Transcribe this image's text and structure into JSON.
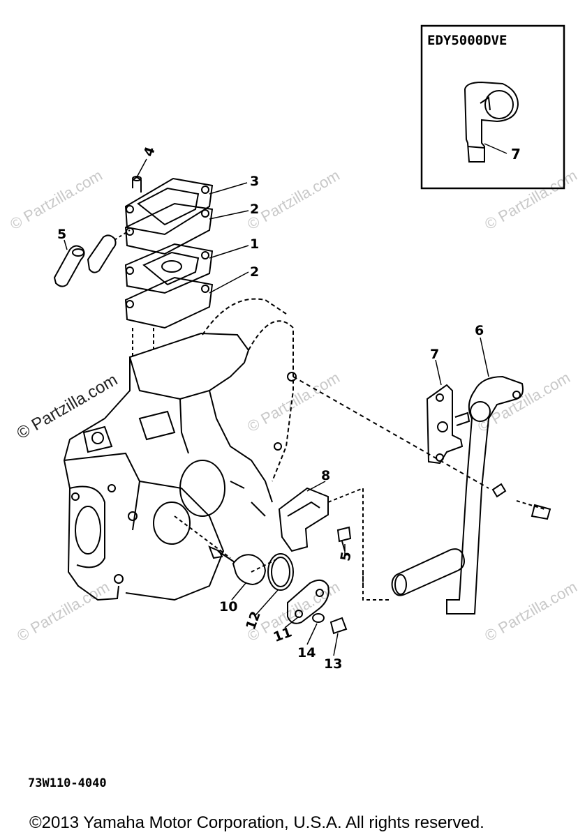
{
  "inset": {
    "model": "EDY5000DVE",
    "part_number": "7"
  },
  "callouts": {
    "c1": "1",
    "c2a": "2",
    "c2b": "2",
    "c3": "3",
    "c4": "4",
    "c5a": "5",
    "c5b": "5",
    "c6": "6",
    "c7": "7",
    "c8": "8",
    "c10": "10",
    "c11": "11",
    "c12": "12",
    "c13": "13",
    "c14": "14"
  },
  "diagram_code": "73W110-4040",
  "watermark": {
    "main": "© Partzilla.com",
    "faint": "© Partzilla.com"
  },
  "copyright": "©2013 Yamaha Motor Corporation, U.S.A. All rights reserved."
}
